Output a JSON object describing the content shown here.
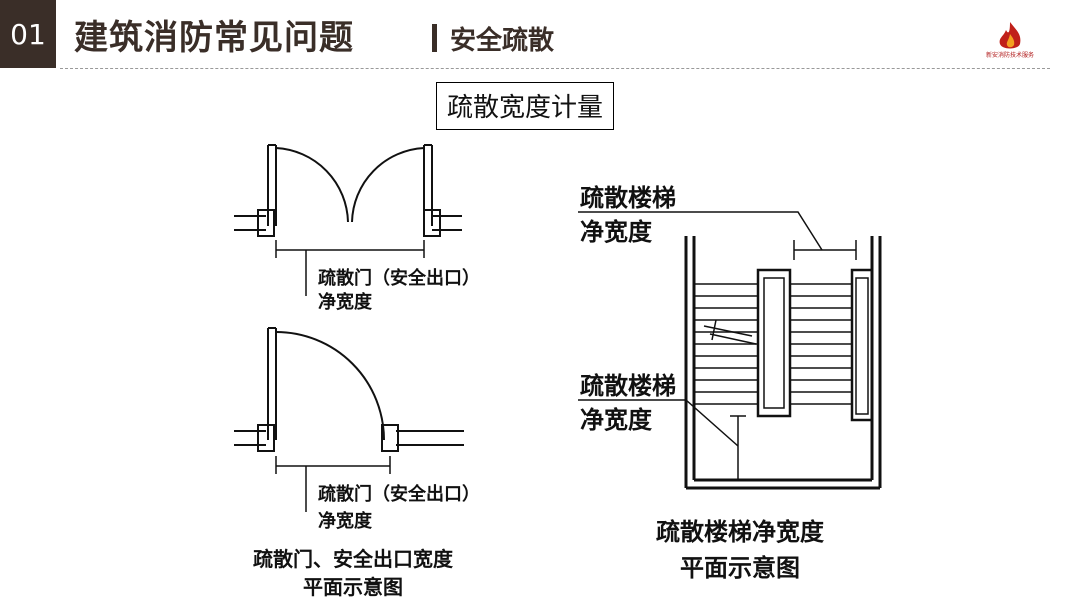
{
  "header": {
    "section_number": "01",
    "title": "建筑消防常见问题",
    "subtitle": "安全疏散",
    "logo_text": "新安消防技术服务"
  },
  "diagram_title": "疏散宽度计量",
  "door_double": {
    "label_line1": "疏散门（安全出口）",
    "label_line2": "净宽度"
  },
  "door_single": {
    "label_line1": "疏散门（安全出口）",
    "label_line2": "净宽度"
  },
  "left_caption": {
    "line1": "疏散门、安全出口宽度",
    "line2": "平面示意图"
  },
  "stair": {
    "top_label_line1": "疏散楼梯",
    "top_label_line2": "净宽度",
    "mid_label_line1": "疏散楼梯",
    "mid_label_line2": "净宽度",
    "caption_line1": "疏散楼梯净宽度",
    "caption_line2": "平面示意图"
  },
  "colors": {
    "header_dark": "#3a2e28",
    "logo_red": "#b01818"
  }
}
